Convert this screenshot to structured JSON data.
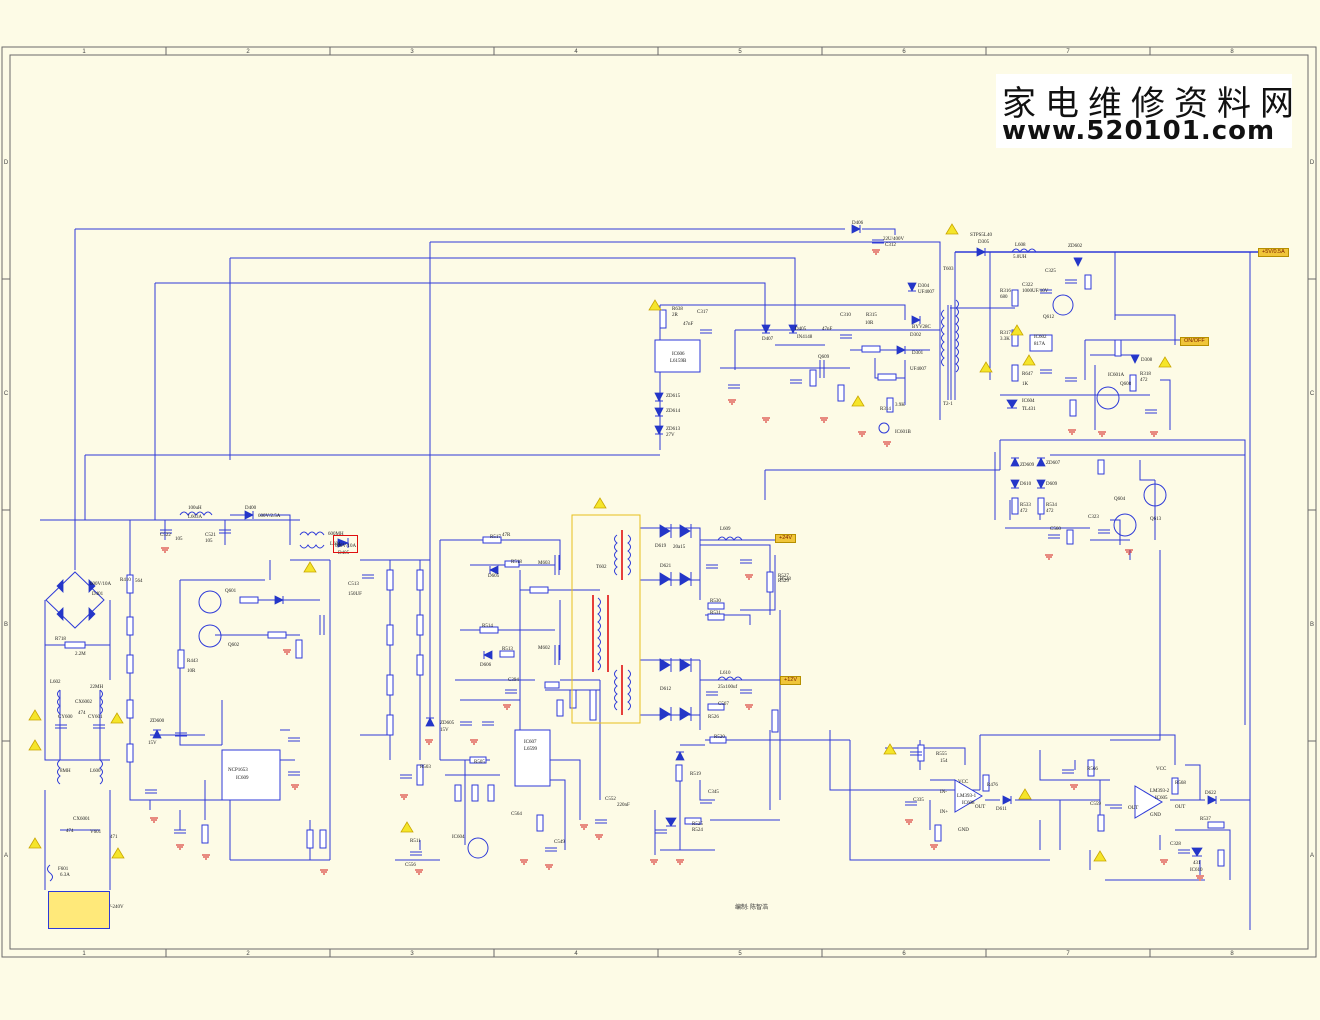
{
  "watermark": {
    "title_cn": "家电维修资料网",
    "url": "www.520101.com"
  },
  "grid": {
    "columns": [
      "1",
      "2",
      "3",
      "4",
      "5",
      "6",
      "7",
      "8"
    ],
    "rows": [
      "D",
      "C",
      "B",
      "A"
    ]
  },
  "editor": "编制: 陈智浩",
  "net_tags": {
    "v5_stb": "+5V/0.5A",
    "on_off": "ON/OFF",
    "v24": "+24V",
    "v12": "+12V"
  },
  "ics": {
    "ic609": {
      "ref": "IC609",
      "part": "NCP1653"
    },
    "ic607": {
      "ref": "IC607",
      "part": "L6599"
    },
    "ic606": {
      "ref": "IC606",
      "part": "L6159B"
    },
    "ic608": {
      "ref": "IC608",
      "part": "LM393-1"
    },
    "ic605": {
      "ref": "IC605",
      "part": "LM393-2"
    },
    "ic604": {
      "ref": "IC604",
      "part": "TL431"
    },
    "ic610": {
      "ref": "IC610",
      "part": "431"
    },
    "ic601": {
      "ref": "IC601A",
      "part": "817A"
    },
    "ic602": {
      "ref": "IC602",
      "part": "817A"
    }
  },
  "labels": {
    "d406": "D406",
    "c312": "C312",
    "c312v": "22U/400V",
    "d305": "D305",
    "stps": "STPS5L40",
    "l608": "L608",
    "l608v": "5.0UH",
    "zd602": "ZD602",
    "c322": "C322",
    "c322v": "1000UF/10V",
    "c325": "C325",
    "r316": "R316",
    "r316v": "680",
    "q612": "Q612",
    "r317": "R317",
    "r317v": "3.3K",
    "t603": "T603",
    "t21": "T2-1",
    "d304": "D304",
    "d304v": "UF4007",
    "d302": "D302",
    "d302v": "BYV28C",
    "d301": "D301",
    "d301v": "UF4007",
    "r638": "R638",
    "r638v": "2R",
    "c317": "C317",
    "c317v": "47nF",
    "d407": "D407",
    "d405": "D405",
    "in4148": "IN4148",
    "c310": "C310",
    "c310v": "47nF",
    "r315": "R315",
    "r315v": "10R",
    "q609": "Q609",
    "ic606lbl": "IC606",
    "zd615": "ZD615",
    "zd614": "ZD614",
    "zd613": "ZD613",
    "v27": "27V",
    "r647": "R647",
    "r647v": "1K",
    "r314": "R314",
    "r314v": "3.9K",
    "ic601b": "IC601B",
    "r318": "R318",
    "r318v": "472",
    "q608": "Q608",
    "d308": "D308",
    "zd609": "ZD609",
    "zd607": "ZD607",
    "d610": "D610",
    "d609": "D609",
    "r533": "R533",
    "r533v": "472",
    "r534": "R534",
    "r534v": "472",
    "c560": "C560",
    "c323": "C323",
    "q604": "Q604",
    "q613": "Q613",
    "l603a": "L603A",
    "l603v": "100uH",
    "d400": "D400",
    "d400v": "600V/2.5A",
    "c521": "C521",
    "c521v": "105",
    "c522": "C522",
    "c522v": "105",
    "l604": "L604",
    "l604v": "600MH",
    "d401": "D401",
    "d401v": "600V/10A",
    "c513": "C513",
    "c513v": "150UF",
    "d405b": "D405",
    "d405bv": "600V/10A",
    "r410": "R410",
    "r410v": "564",
    "r718": "R718",
    "r718v": "2.2M",
    "l602": "L602",
    "l602v": "22MH",
    "cx6002": "CX6002",
    "cx6002v": "474",
    "cy600": "CY600",
    "cy601": "CY601",
    "l600": "L600",
    "l600v": "8MH",
    "cx6001": "CX6001",
    "cx6001v": "474",
    "v601": "V601",
    "v601v": "471",
    "f601": "F601",
    "f601v": "6.3A",
    "ac_in": "AC 100V-240V",
    "zd600": "ZD600",
    "zd600v": "15V",
    "q601": "Q601",
    "q602": "Q602",
    "r443": "R443",
    "r443v": "10R",
    "t602": "T602",
    "d619": "D619",
    "d619v": "20a15",
    "d621": "D621",
    "l609": "L609",
    "r527": "R527",
    "r529": "R529",
    "r528": "R528",
    "r530": "R530",
    "r531": "R531",
    "d612": "D612",
    "l610": "L610",
    "l610v": "25x100uf",
    "c567": "C567",
    "r526": "R526",
    "r520": "R520",
    "r519": "R519",
    "r525": "R525",
    "r524": "R524",
    "c345": "C345",
    "zd605": "ZD605",
    "zd605v": "15V",
    "r517": "R517",
    "r517v": "47R",
    "r518": "R518",
    "d605": "D605",
    "m603": "M603",
    "r514": "R514",
    "d606": "D606",
    "r513": "R513",
    "m602": "M602",
    "c394": "C394",
    "r505": "R505",
    "r503": "R503",
    "c556": "C556",
    "r511": "R511",
    "ic604b": "IC604",
    "c564": "C564",
    "c549": "C549",
    "c552": "C552",
    "c552v": "220nF",
    "r555": "R555",
    "r555v": "154",
    "c335": "C335",
    "r476": "R476",
    "d611": "D611",
    "r566": "R566",
    "c559": "C559",
    "r568": "R568",
    "d622": "D622",
    "r537": "R537",
    "c328": "C328",
    "vcc": "VCC",
    "gnd": "GND",
    "out": "OUT",
    "in_neg": "IN-",
    "in_pos": "IN+"
  },
  "colors": {
    "wire": "#2e3ad8",
    "background": "#fdfbe6",
    "ground": "#d21b1b",
    "highlight": "#e01010",
    "tag": "#f0c53a"
  }
}
